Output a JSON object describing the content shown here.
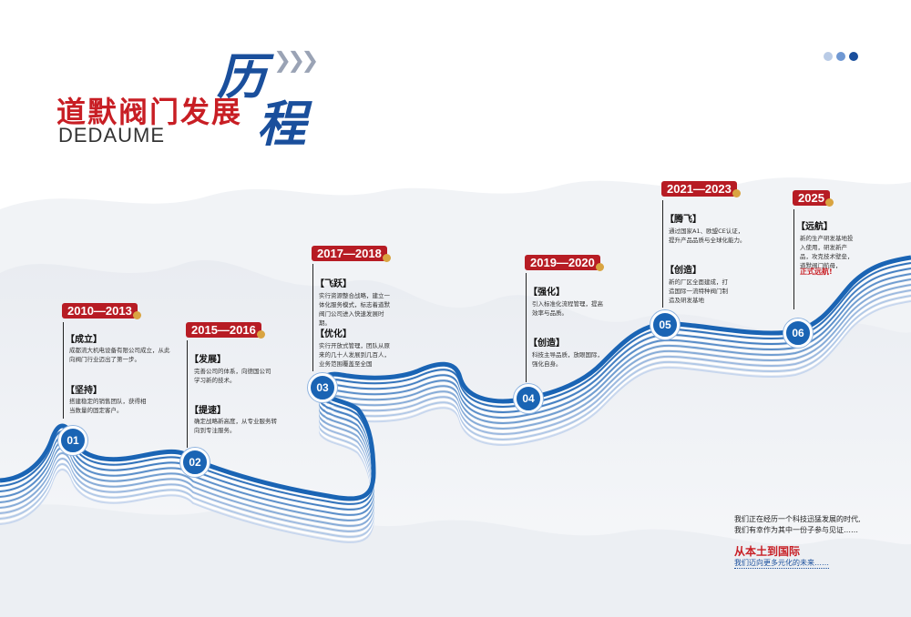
{
  "header": {
    "title_cn": "道默阀门发展",
    "title_en": "DEDAUME",
    "big_char_1": "历",
    "big_char_2": "程",
    "chevrons": "❯❯❯"
  },
  "colors": {
    "red": "#c81e24",
    "blue": "#1a64b4",
    "dark_blue": "#1a4f9c",
    "dot_light": "#b9cbe6",
    "dot_mid": "#6f98d3",
    "dot_dark": "#1a4f9c"
  },
  "milestones": [
    {
      "node": "01",
      "year": "2010—2013",
      "events": [
        {
          "title": "【成立】",
          "desc": "成都流大机电设备有限公司成立，从此向阀门行业迈出了第一步。"
        },
        {
          "title": "【坚持】",
          "desc": "搭建稳定的销售团队，获得相当数量的固定客户。"
        }
      ]
    },
    {
      "node": "02",
      "year": "2015—2016",
      "events": [
        {
          "title": "【发展】",
          "desc": "完善公司的体系，向德国公司学习新的技术。"
        },
        {
          "title": "【提速】",
          "desc": "确定战略新高度，从专业服务转向到专注服务。"
        }
      ]
    },
    {
      "node": "03",
      "year": "2017—2018",
      "events": [
        {
          "title": "【飞跃】",
          "desc": "实行资源整合战略，建立一体化服务模式，标志着道默阀门公司进入快速发展时期。"
        },
        {
          "title": "【优化】",
          "desc": "实行开放式管理，团队从原来的几十人发展到几百人，业务范围覆盖至全国"
        }
      ]
    },
    {
      "node": "04",
      "year": "2019—2020",
      "events": [
        {
          "title": "【强化】",
          "desc": "引入标准化流程管理，提高效率与品质。"
        },
        {
          "title": "【创造】",
          "desc": "科技主导品质，放眼国际，强化自身。"
        }
      ]
    },
    {
      "node": "05",
      "year": "2021—2023",
      "events": [
        {
          "title": "【腾飞】",
          "desc": "通过国家A1、欧盟CE认证，提升产品品质与全球化能力。"
        },
        {
          "title": "【创造】",
          "desc": "新的厂区全面建成，打造国际一流特种阀门制造及研发基地"
        }
      ]
    },
    {
      "node": "06",
      "year": "2025",
      "events": [
        {
          "title": "【远航】",
          "desc": "新的生产研发基地投入使用，研发新产品，攻克技术壁垒，道默阀门航母，",
          "highlight": "正式远航!"
        }
      ]
    }
  ],
  "footer": {
    "line1": "我们正在经历一个科技迅猛发展的时代,",
    "line2": "我们有幸作为其中一份子参与见证……",
    "headline": "从本土到国际",
    "subline": "我们迈向更多元化的未来……"
  }
}
